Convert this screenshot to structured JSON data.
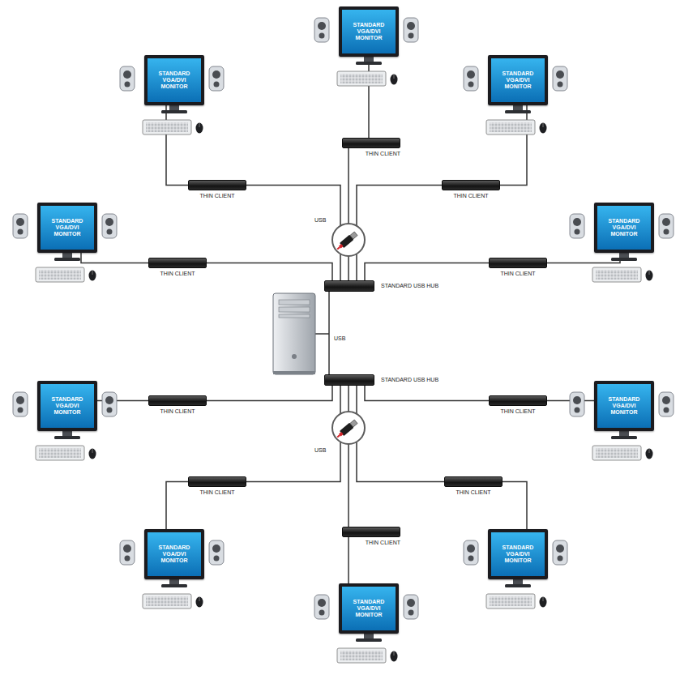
{
  "diagram": {
    "nodes": [
      {
        "text": [
          "STANDARD VGA/DVI MONITOR"
        ]
      },
      {
        "text": [
          "STANDARD VGA/DVI MONITOR"
        ]
      },
      {
        "text": [
          "STANDARD VGA/DVI MONITOR"
        ]
      },
      {
        "text": [
          "THIN CLIENT"
        ]
      },
      {
        "text": [
          "THIN CLIENT"
        ]
      },
      {
        "text": [
          "THIN CLIENT"
        ]
      },
      {
        "text": [
          "STANDARD VGA/DVI MONITOR"
        ]
      },
      {
        "text": [
          "STANDARD VGA/DVI MONITOR"
        ]
      },
      {
        "text": [
          "THIN CLIENT"
        ]
      },
      {
        "text": [
          "THIN CLIENT"
        ]
      },
      {
        "text": [
          "STANDARD USB HUB"
        ]
      },
      {
        "text": [
          "STANDARD USB HUB"
        ]
      },
      {
        "text": [
          "STANDARD VGA/DVI MONITOR"
        ]
      },
      {
        "text": [
          "STANDARD VGA/DVI MONITOR"
        ]
      },
      {
        "text": [
          "THIN CLIENT"
        ]
      },
      {
        "text": [
          "THIN CLIENT"
        ]
      },
      {
        "text": [
          "THIN CLIENT"
        ]
      },
      {
        "text": [
          "THIN CLIENT"
        ]
      },
      {
        "text": [
          "THIN CLIENT"
        ]
      },
      {
        "text": [
          "STANDARD VGA/DVI MONITOR"
        ]
      },
      {
        "text": [
          "STANDARD VGA/DVI MONITOR"
        ]
      },
      {
        "text": [
          "STANDARD VGA/DVI MONITOR"
        ]
      }
    ],
    "edges": [
      {
        "from": 3,
        "to": 0,
        "arrow": "none"
      },
      {
        "from": 4,
        "to": 1,
        "arrow": "none"
      },
      {
        "from": 5,
        "to": 2,
        "arrow": "none"
      },
      {
        "from": 8,
        "to": 6,
        "arrow": "none"
      },
      {
        "from": 9,
        "to": 7,
        "arrow": "none"
      },
      {
        "from": 14,
        "to": 12,
        "arrow": "none"
      },
      {
        "from": 15,
        "to": 13,
        "arrow": "none"
      },
      {
        "from": 16,
        "to": 19,
        "arrow": "none"
      },
      {
        "from": 17,
        "to": 20,
        "arrow": "none"
      },
      {
        "from": 18,
        "to": 21,
        "arrow": "none"
      },
      {
        "from": 3,
        "to": 10,
        "arrow": "none"
      },
      {
        "from": 4,
        "to": 10,
        "arrow": "none"
      },
      {
        "from": 5,
        "to": 10,
        "arrow": "none"
      },
      {
        "from": 8,
        "to": 10,
        "arrow": "none"
      },
      {
        "from": 9,
        "to": 10,
        "arrow": "none"
      },
      {
        "from": 14,
        "to": 11,
        "arrow": "none"
      },
      {
        "from": 15,
        "to": 11,
        "arrow": "none"
      },
      {
        "from": 16,
        "to": 11,
        "arrow": "none"
      },
      {
        "from": 17,
        "to": 11,
        "arrow": "none"
      },
      {
        "from": 18,
        "to": 11,
        "arrow": "none"
      }
    ],
    "labels": [
      "USB",
      "USB",
      "USB"
    ]
  }
}
